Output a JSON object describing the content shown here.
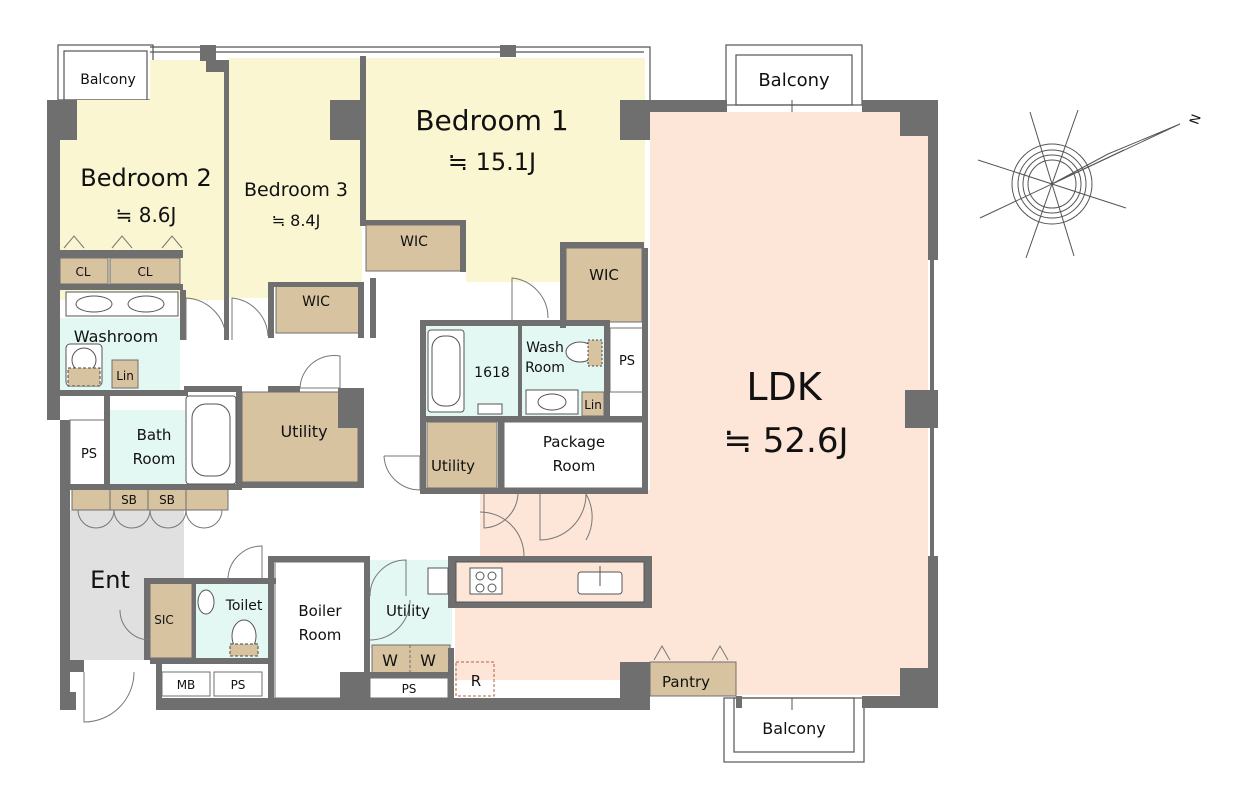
{
  "colors": {
    "bedroom": "#faf6d2",
    "ldk": "#fde6d8",
    "wet": "#e3f7f3",
    "entrance": "#e0e0e0",
    "storage": "#d8c3a0",
    "wall": "#6f6f6f",
    "white": "#ffffff"
  },
  "rooms": {
    "balcony_nw": "Balcony",
    "balcony_ne": "Balcony",
    "balcony_s": "Balcony",
    "bedroom1": "Bedroom 1",
    "bedroom1_area": "≒ 15.1J",
    "bedroom2": "Bedroom 2",
    "bedroom2_area": "≒ 8.6J",
    "bedroom3": "Bedroom 3",
    "bedroom3_area": "≒ 8.4J",
    "wic_b1": "WIC",
    "wic_right": "WIC",
    "wic_b3": "WIC",
    "cl_1": "CL",
    "cl_2": "CL",
    "washroom": "Washroom",
    "lin_left": "Lin",
    "bath_room_1": "Bath",
    "bath_room_2": "Room",
    "ps_left": "PS",
    "utility_left": "Utility",
    "sb_1": "SB",
    "sb_2": "SB",
    "ent": "Ent",
    "sic": "SIC",
    "toilet": "Toilet",
    "mb": "MB",
    "ps_bottom_left": "PS",
    "boiler_1": "Boiler",
    "boiler_2": "Room",
    "utility_bottom": "Utility",
    "w_1": "W",
    "w_2": "W",
    "ps_bottom": "PS",
    "r": "R",
    "bath_1618": "1618",
    "wash_room_1": "Wash",
    "wash_room_2": "Room",
    "lin_right": "Lin",
    "ps_right": "PS",
    "utility_mid": "Utility",
    "package_1": "Package",
    "package_2": "Room",
    "ldk": "LDK",
    "ldk_area": "≒ 52.6J",
    "pantry": "Pantry"
  },
  "compass": {
    "label": "N"
  }
}
